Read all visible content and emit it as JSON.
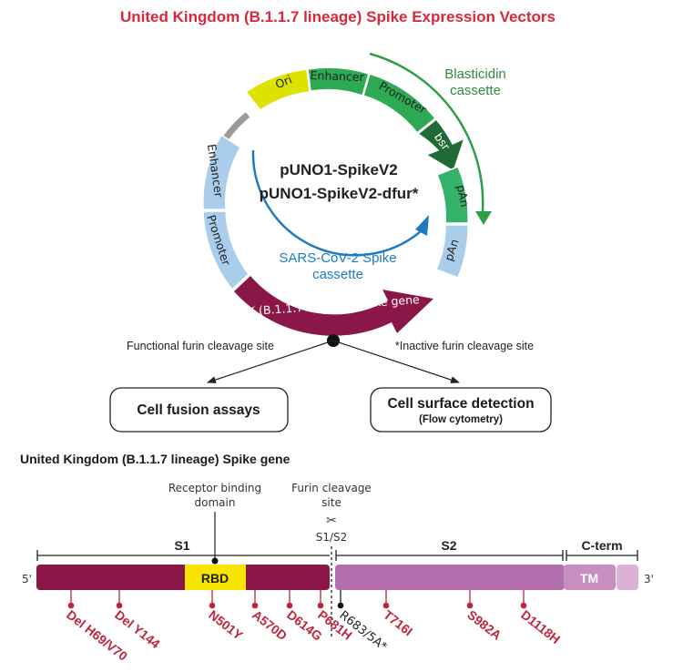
{
  "title": "United Kingdom (B.1.1.7 lineage) Spike Expression Vectors",
  "plasmid": {
    "names": [
      "pUNO1-SpikeV2",
      "pUNO1-SpikeV2-dfur*"
    ],
    "segments": {
      "ori": "Ori",
      "enhancer_top": "Enhancer",
      "promoter_top": "Promoter",
      "bsr": "bsr",
      "pan_1": "pAn",
      "pan_2": "pAn",
      "spike_gene": "UK (B.1.1.7 lineage) Spike gene",
      "promoter_left": "Promoter",
      "enhancer_left": "Enhancer"
    },
    "blasticidin_cassette": [
      "Blasticidin",
      "cassette"
    ],
    "spike_cassette": [
      "SARS-CoV-2 Spike",
      "cassette"
    ],
    "colors": {
      "ori": "#dde200",
      "enhancer_promoter_green": "#2eaa55",
      "bsr": "#1f6b35",
      "pan": "#35b36a",
      "spike": "#8b1748",
      "left_blue": "#a9cdea",
      "gray": "#9a9a9a"
    }
  },
  "branches": {
    "left_label": "Functional furin cleavage site",
    "right_label": "*Inactive furin cleavage site",
    "left_box": "Cell fusion assays",
    "right_box": "Cell surface detection",
    "right_box_sub": "(Flow cytometry)"
  },
  "gene": {
    "title": "United Kingdom (B.1.1.7 lineage) Spike gene",
    "receptor_label": [
      "Receptor binding",
      "domain"
    ],
    "furin_label": [
      "Furin cleavage",
      "site"
    ],
    "scissors": "✂",
    "s1s2": "S1/S2",
    "five_prime": "5'",
    "three_prime": "3'",
    "domains": {
      "s1": "S1",
      "s2": "S2",
      "cterm": "C-term",
      "rbd": "RBD",
      "tm": "TM"
    },
    "mutations": {
      "m1": "Del H69/V70",
      "m2": "Del Y144",
      "m3": "N501Y",
      "m4": "A570D",
      "m5": "D614G",
      "m6": "P681H",
      "m7": "R683/5A*",
      "m8": "T716I",
      "m9": "S982A",
      "m10": "D1118H"
    }
  }
}
